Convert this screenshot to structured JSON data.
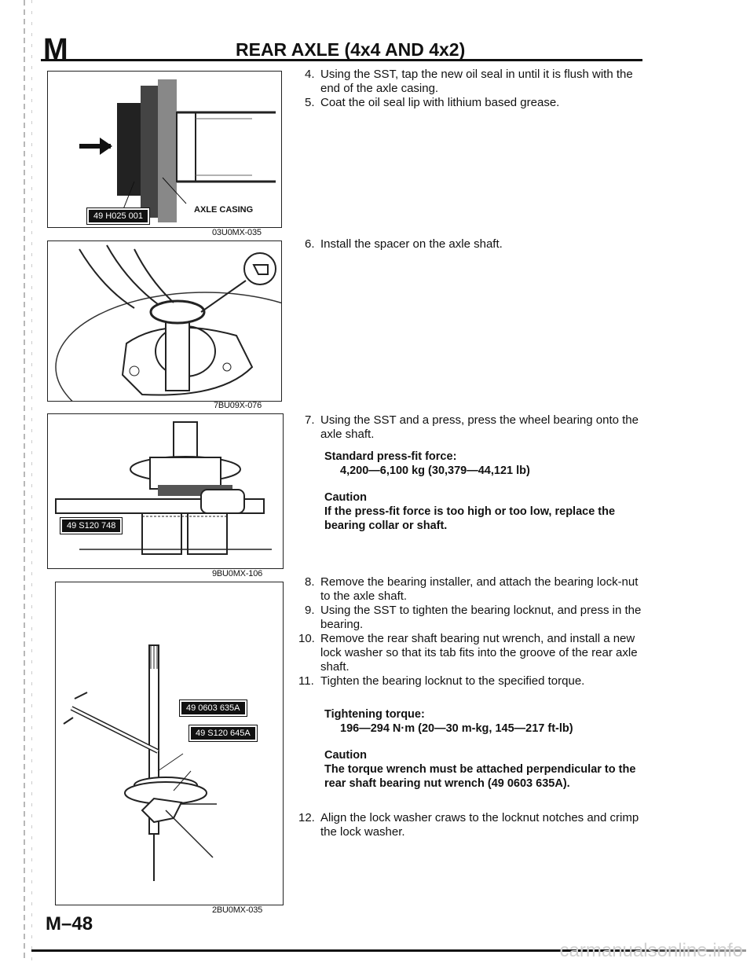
{
  "header": {
    "section_letter": "M",
    "title": "REAR AXLE (4x4 AND 4x2)"
  },
  "figures": [
    {
      "code": "03U0MX-035",
      "tags": [
        "49 H025 001"
      ],
      "labels": [
        "AXLE CASING"
      ]
    },
    {
      "code": "7BU09X-076",
      "tags": [],
      "labels": []
    },
    {
      "code": "9BU0MX-106",
      "tags": [
        "49 S120 748"
      ],
      "labels": []
    },
    {
      "code": "2BU0MX-035",
      "tags": [
        "49 0603 635A",
        "49 S120 645A"
      ],
      "labels": []
    }
  ],
  "steps": [
    {
      "num": "4.",
      "text": "Using the SST, tap the new oil seal in until it is flush with the end of the axle casing."
    },
    {
      "num": "5.",
      "text": "Coat the oil seal lip with lithium based grease."
    },
    {
      "num": "6.",
      "text": "Install the spacer on the axle shaft."
    },
    {
      "num": "7.",
      "text": "Using the SST and a press, press the wheel bearing onto the axle shaft."
    },
    {
      "num": "8.",
      "text": "Remove the bearing installer, and attach the bearing lock-nut to the axle shaft."
    },
    {
      "num": "9.",
      "text": "Using the SST to tighten the bearing locknut, and press in the bearing."
    },
    {
      "num": "10.",
      "text": "Remove the rear shaft bearing nut wrench, and install a new lock washer so that its tab fits into the groove of the rear axle shaft."
    },
    {
      "num": "11.",
      "text": "Tighten the bearing locknut to the specified torque."
    },
    {
      "num": "12.",
      "text": "Align the lock washer craws to the locknut notches and crimp the lock washer."
    }
  ],
  "specs": {
    "press_fit_heading": "Standard press-fit force:",
    "press_fit_value": "4,200—6,100 kg (30,379—44,121 lb)",
    "caution1_heading": "Caution",
    "caution1_text": "If the press-fit force is too high or too low, replace the bearing collar or shaft.",
    "torque_heading": "Tightening torque:",
    "torque_value": "196—294 N·m (20—30 m-kg, 145—217 ft-lb)",
    "caution2_heading": "Caution",
    "caution2_text": "The torque wrench must be attached perpendicular to the rear shaft bearing nut wrench (49 0603 635A)."
  },
  "footer": {
    "page_number": "M–48",
    "watermark": "carmanualsonline.info"
  }
}
